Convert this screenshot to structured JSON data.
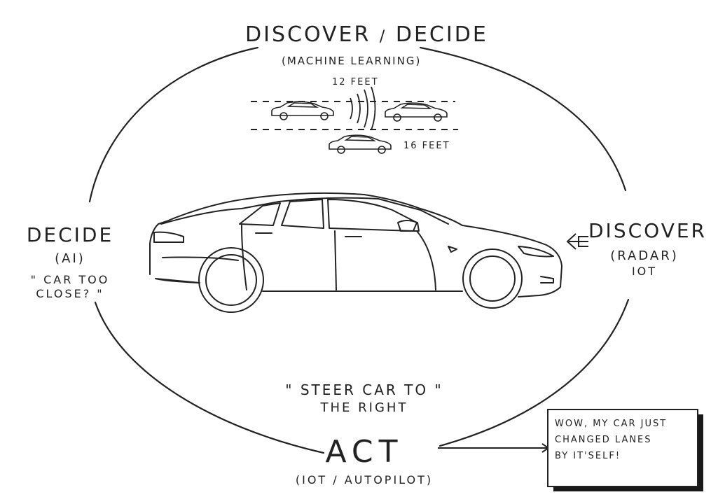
{
  "top": {
    "title_left": "DISCOVER",
    "title_sep": "/",
    "title_right": "DECIDE",
    "subtitle": "(MACHINE LEARNING)",
    "distance_top": "12 FEET",
    "distance_bottom": "16 FEET"
  },
  "left": {
    "title": "DECIDE",
    "sub": "(AI)",
    "quote_line1": "\" CAR TOO",
    "quote_line2": "CLOSE? \""
  },
  "right": {
    "title": "DISCOVER",
    "sub": "(RADAR)",
    "sub2": "IOT"
  },
  "bottom": {
    "quote_line1": "\" STEER CAR TO \"",
    "quote_line2": "THE RIGHT",
    "title": "ACT",
    "sub": "(IOT / AUTOPILOT)"
  },
  "callout": {
    "line1": "WOW, MY CAR JUST",
    "line2": "CHANGED LANES",
    "line3": "BY IT'SELF!"
  }
}
